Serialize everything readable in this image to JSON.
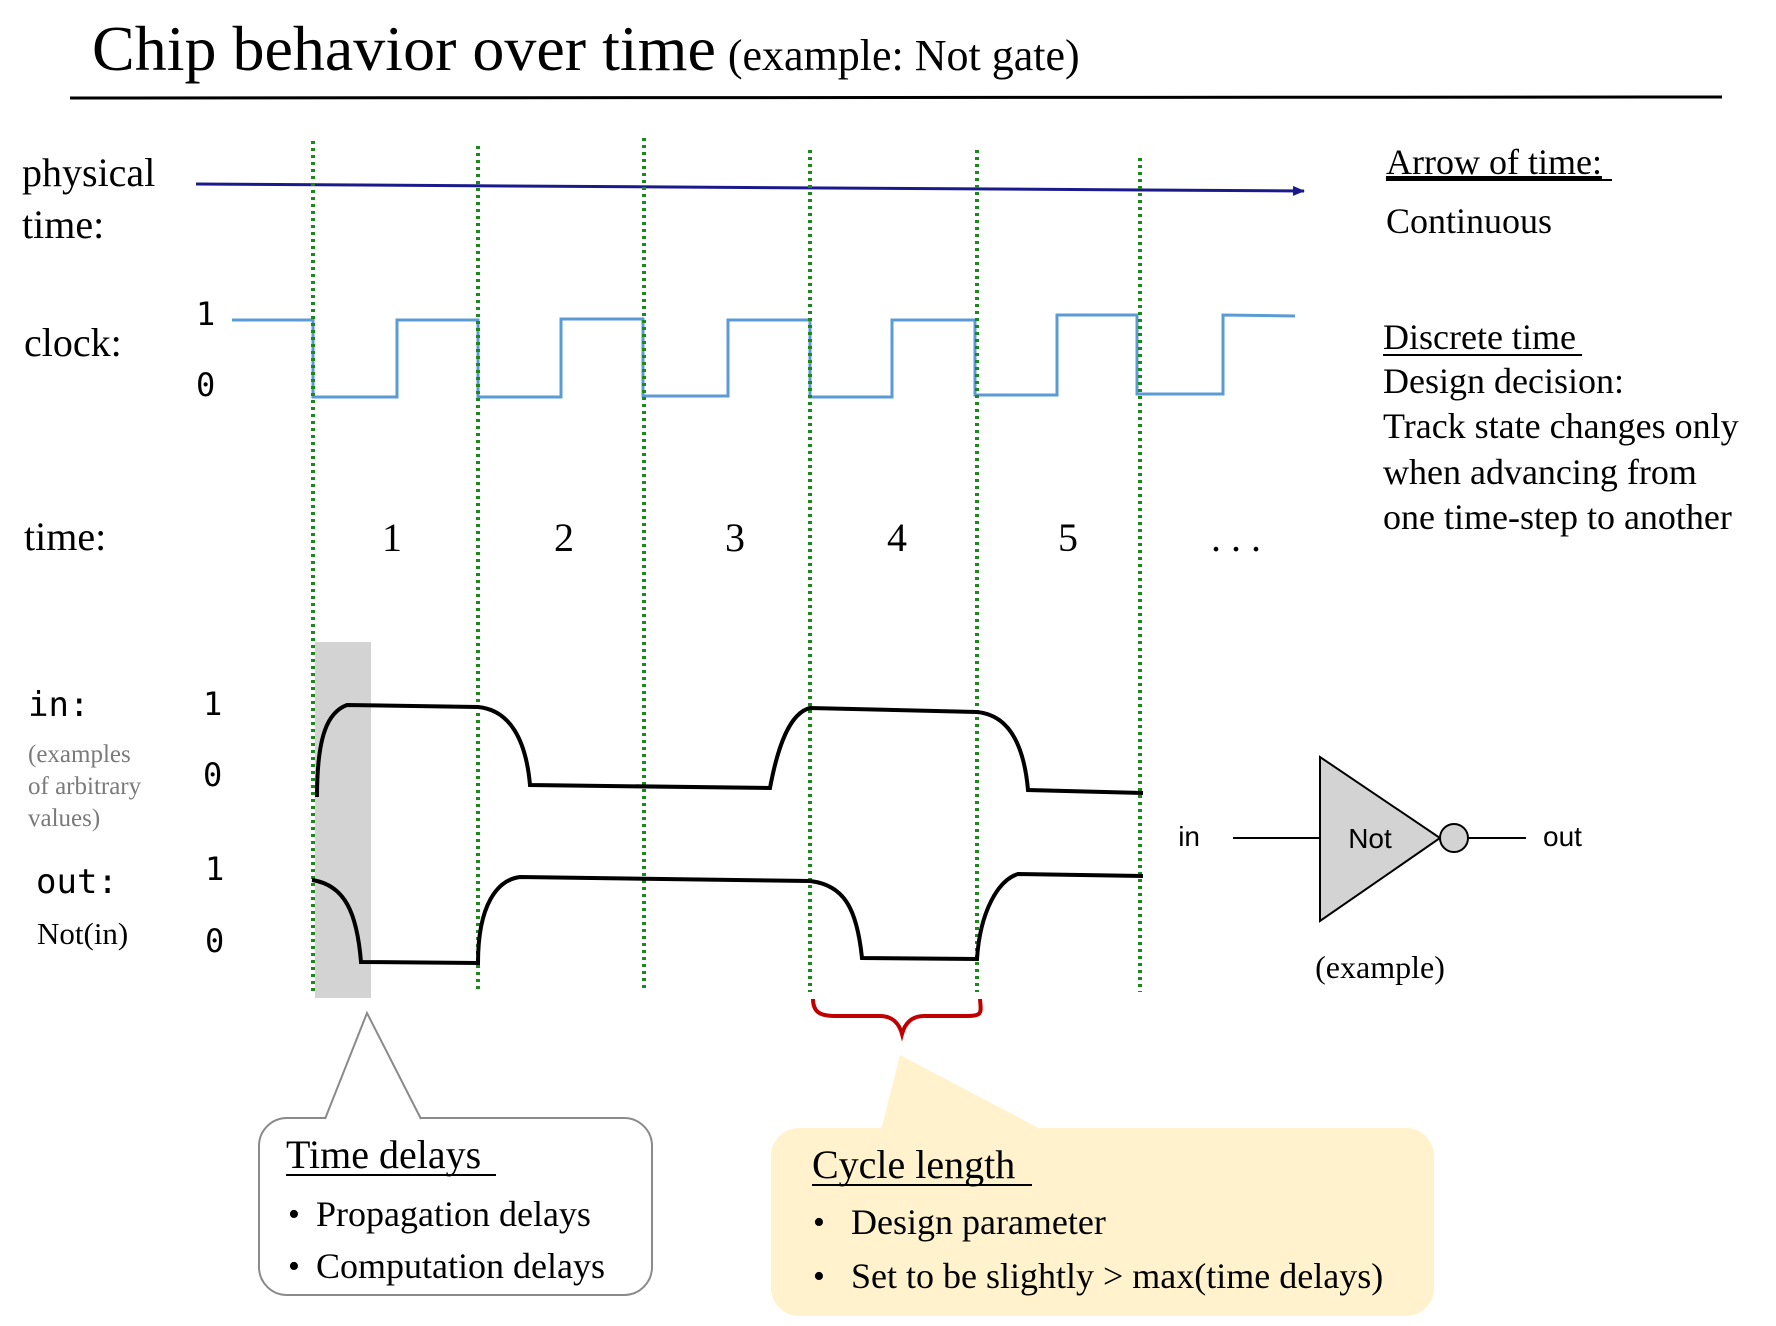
{
  "title": {
    "main": "Chip behavior over time",
    "sub": "(example: Not gate)"
  },
  "rows": {
    "physical_time": [
      "physical",
      "time:"
    ],
    "clock": "clock:",
    "time": "time:",
    "in": "in:",
    "in_note": [
      "(examples",
      "of arbitrary",
      "values)"
    ],
    "out": "out:",
    "out_note": "Not(in)"
  },
  "levels": {
    "one": "1",
    "zero": "0"
  },
  "time_steps": [
    "1",
    "2",
    "3",
    "4",
    "5",
    ". . ."
  ],
  "notes": {
    "arrow_heading": "Arrow of time:",
    "arrow_text": "Continuous",
    "discrete_heading": "Discrete time",
    "discrete_lines": [
      "Design decision:",
      "Track state changes only",
      "when advancing from",
      "one time-step to another"
    ]
  },
  "gate": {
    "in_label": "in",
    "name": "Not",
    "out_label": "out",
    "caption": "(example)"
  },
  "callouts": {
    "delays": {
      "heading": "Time delays",
      "items": [
        "Propagation delays",
        "Computation delays"
      ]
    },
    "cycle": {
      "heading": "Cycle length",
      "items": [
        "Design parameter",
        "Set to be slightly > max(time delays)"
      ]
    }
  },
  "signals": {
    "clock": [
      0,
      1,
      0,
      1,
      0,
      1,
      0,
      1,
      0,
      1,
      0,
      1
    ],
    "in": [
      1,
      0,
      1,
      0
    ],
    "out": [
      0,
      1,
      0,
      1
    ]
  },
  "colors": {
    "clock_line": "#5b9bd5",
    "time_arrow": "#1a1a8c",
    "step_dividers": "#1a8a1a",
    "cycle_brace": "#c00000",
    "delay_highlight": "#d3d3d3",
    "cycle_callout_fill": "#fff2cc",
    "gate_fill": "#d3d3d3"
  }
}
